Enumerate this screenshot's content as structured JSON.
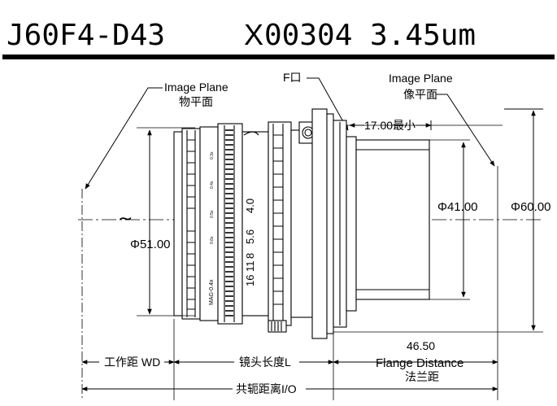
{
  "title": {
    "model": "J60F4-D43",
    "spec_prefix": "X",
    "spec_rest": "00304 3.45um"
  },
  "annotations": {
    "image_plane_left_en": "Image Plane",
    "image_plane_left_cn": "物平面",
    "image_plane_right_en": "Image Plane",
    "image_plane_right_cn": "像平面",
    "f_mount": "F口",
    "min_length": "17.00最小",
    "dia_lens": "Φ51.00",
    "dia_inner": "Φ41.00",
    "dia_flange": "Φ60.00",
    "flange_value": "46.50",
    "flange_en": "Flange Distance",
    "flange_cn": "法兰距",
    "working_distance": "工作距 WD",
    "lens_length": "镜头长度L",
    "conjugate_distance": "共轭距离I/O",
    "wave_symbol": "~"
  },
  "lens_markings": {
    "aperture_scale": [
      "4.0",
      "5.6",
      "8",
      "11",
      "16"
    ],
    "mag_scale": [
      "0.3x",
      "0.4x",
      "0.5x",
      "0.6x"
    ],
    "mag_range": "MAG-0.4x"
  },
  "colors": {
    "ink": "#000000",
    "paper": "#ffffff"
  }
}
